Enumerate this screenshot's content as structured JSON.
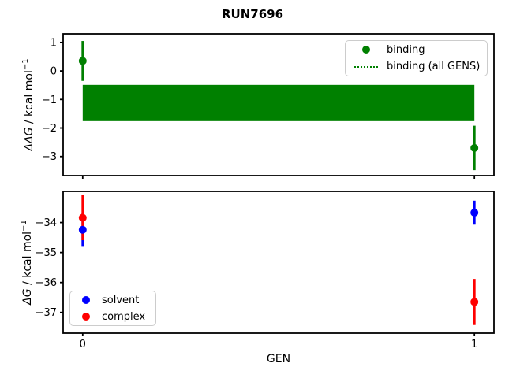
{
  "title": "RUN7696",
  "figure": {
    "background": "#ffffff"
  },
  "colors": {
    "binding": "#008000",
    "solvent": "#0000ff",
    "complex": "#ff0000",
    "axis": "#000000",
    "legend_border": "#cccccc"
  },
  "chart_data": [
    {
      "type": "scatter",
      "name": "ddg-vs-gen",
      "ylabel": {
        "math": "ΔΔG",
        "rest": " / kcal mol",
        "sup": "−1"
      },
      "xlabel": "",
      "xlim": [
        -0.05,
        1.05
      ],
      "ylim": [
        -3.67,
        1.3
      ],
      "yticks": [
        1,
        0,
        -1,
        -2,
        -3
      ],
      "yticklabels": [
        "1",
        "0",
        "−1",
        "−2",
        "−3"
      ],
      "xticks": [
        0,
        1
      ],
      "xticklabels": [],
      "grid": false,
      "legend": {
        "position": "upper right",
        "entries": [
          "binding",
          "binding (all GENS)"
        ]
      },
      "series": [
        {
          "name": "binding",
          "type": "errorbar",
          "marker": "o",
          "color": "#008000",
          "x": [
            0,
            1
          ],
          "y": [
            0.35,
            -2.7
          ],
          "yerr": [
            0.7,
            0.78
          ]
        },
        {
          "name": "binding (all GENS)",
          "type": "band",
          "linestyle": "dotted",
          "color": "#008000",
          "x": [
            0,
            1
          ],
          "y_center": -1.13,
          "y_low": -1.76,
          "y_high": -0.49
        }
      ]
    },
    {
      "type": "scatter",
      "name": "dg-vs-gen",
      "ylabel": {
        "math": "ΔG",
        "rest": " / kcal mol",
        "sup": "−1"
      },
      "xlabel": "GEN",
      "xlim": [
        -0.05,
        1.05
      ],
      "ylim": [
        -37.69,
        -32.96
      ],
      "yticks": [
        -34,
        -35,
        -36,
        -37
      ],
      "yticklabels": [
        "−34",
        "−35",
        "−36",
        "−37"
      ],
      "xticks": [
        0,
        1
      ],
      "xticklabels": [
        "0",
        "1"
      ],
      "grid": false,
      "legend": {
        "position": "lower left",
        "entries": [
          "solvent",
          "complex"
        ]
      },
      "series": [
        {
          "name": "solvent",
          "type": "errorbar",
          "marker": "o",
          "color": "#0000ff",
          "x": [
            0,
            1
          ],
          "y": [
            -34.24,
            -33.67
          ],
          "yerr": [
            0.57,
            0.4
          ]
        },
        {
          "name": "complex",
          "type": "errorbar",
          "marker": "o",
          "color": "#ff0000",
          "x": [
            0,
            1
          ],
          "y": [
            -33.84,
            -36.65
          ],
          "yerr": [
            0.75,
            0.77
          ]
        }
      ]
    }
  ]
}
